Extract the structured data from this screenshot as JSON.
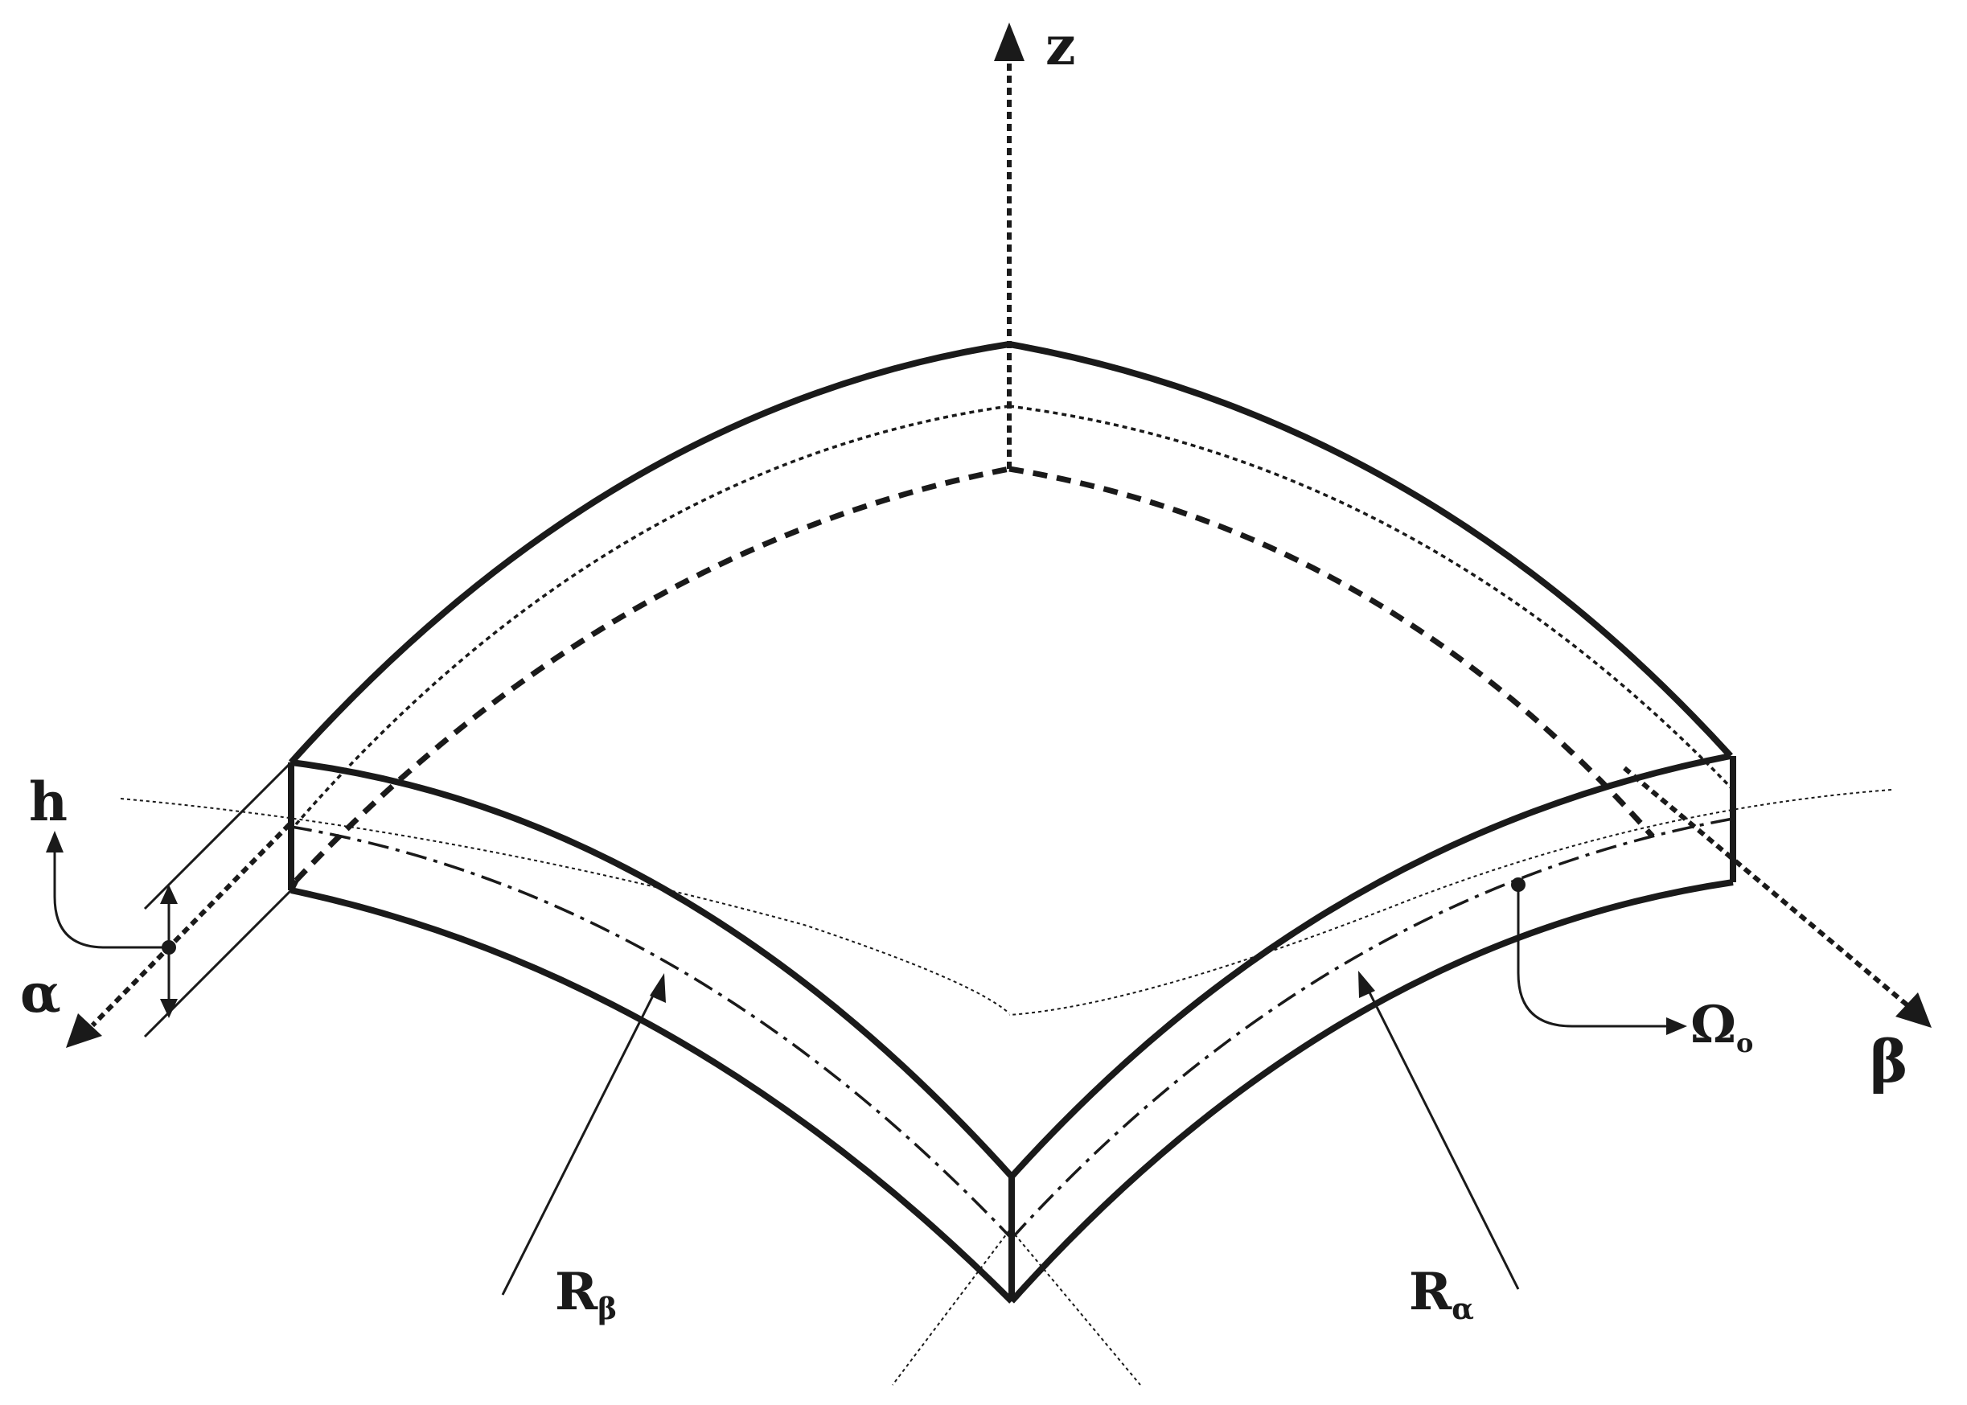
{
  "labels": {
    "z_axis": "z",
    "alpha_axis": "α",
    "beta_axis": "β",
    "thickness": "h",
    "radius_beta": "R",
    "radius_beta_sub": "β",
    "radius_alpha": "R",
    "radius_alpha_sub": "α",
    "mid_surface": "Ω",
    "mid_surface_sub": "o"
  },
  "colors": {
    "ink": "#1a1a1a",
    "background": "#ffffff"
  }
}
